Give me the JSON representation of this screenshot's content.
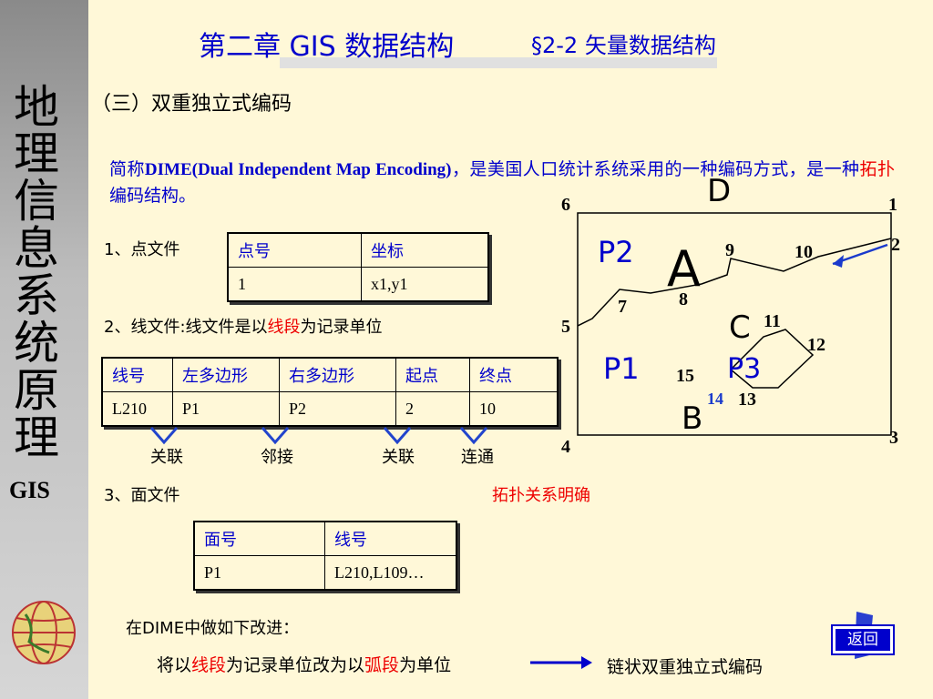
{
  "sidebar": {
    "vertical_title": [
      "地",
      "理",
      "信",
      "息",
      "系",
      "统",
      "原",
      "理"
    ],
    "gis_label": "GIS"
  },
  "header": {
    "title": "第二章 GIS 数据结构",
    "subtitle": "§2-2 矢量数据结构"
  },
  "section": {
    "heading": "（三）双重独立式编码",
    "intro_prefix": "简称",
    "intro_term": "DIME(Dual Independent Map Encoding)",
    "intro_middle": "，是美国人口统计系统采用的一种编码方式，是一种",
    "intro_red": "拓扑",
    "intro_suffix": "编码结构。"
  },
  "point_file": {
    "label": "1、点文件",
    "headers": [
      "点号",
      "坐标"
    ],
    "rows": [
      [
        "1",
        "x1,y1"
      ]
    ]
  },
  "line_file": {
    "label_prefix": "2、线文件:线文件是以",
    "label_red": "线段",
    "label_suffix": "为记录单位",
    "headers": [
      "线号",
      "左多边形",
      "右多边形",
      "起点",
      "终点"
    ],
    "rows": [
      [
        "L210",
        "P1",
        "P2",
        "2",
        "10"
      ]
    ],
    "annotations": [
      "关联",
      "邻接",
      "关联",
      "连通"
    ]
  },
  "area_file": {
    "label": "3、面文件",
    "topology_note": "拓扑关系明确",
    "headers": [
      "面号",
      "线号"
    ],
    "rows": [
      [
        "P1",
        "L210,L109…"
      ]
    ]
  },
  "improvement": {
    "label": "在DIME中做如下改进：",
    "text_1": "将以",
    "text_red_1": "线段",
    "text_2": "为记录单位改为以",
    "text_red_2": "弧段",
    "text_3": "为单位",
    "result": "链状双重独立式编码"
  },
  "figure": {
    "corner_labels": [
      "6",
      "1",
      "2",
      "5",
      "4",
      "3"
    ],
    "node_labels": [
      "9",
      "10",
      "7",
      "8",
      "11",
      "12",
      "15",
      "14",
      "13"
    ],
    "region_labels": [
      "P2",
      "A",
      "P1",
      "P3",
      "C",
      "B",
      "D"
    ]
  },
  "nav": {
    "back_label": "返回"
  },
  "colors": {
    "accent_blue": "#0000cc",
    "highlight_red": "#ee0000"
  }
}
